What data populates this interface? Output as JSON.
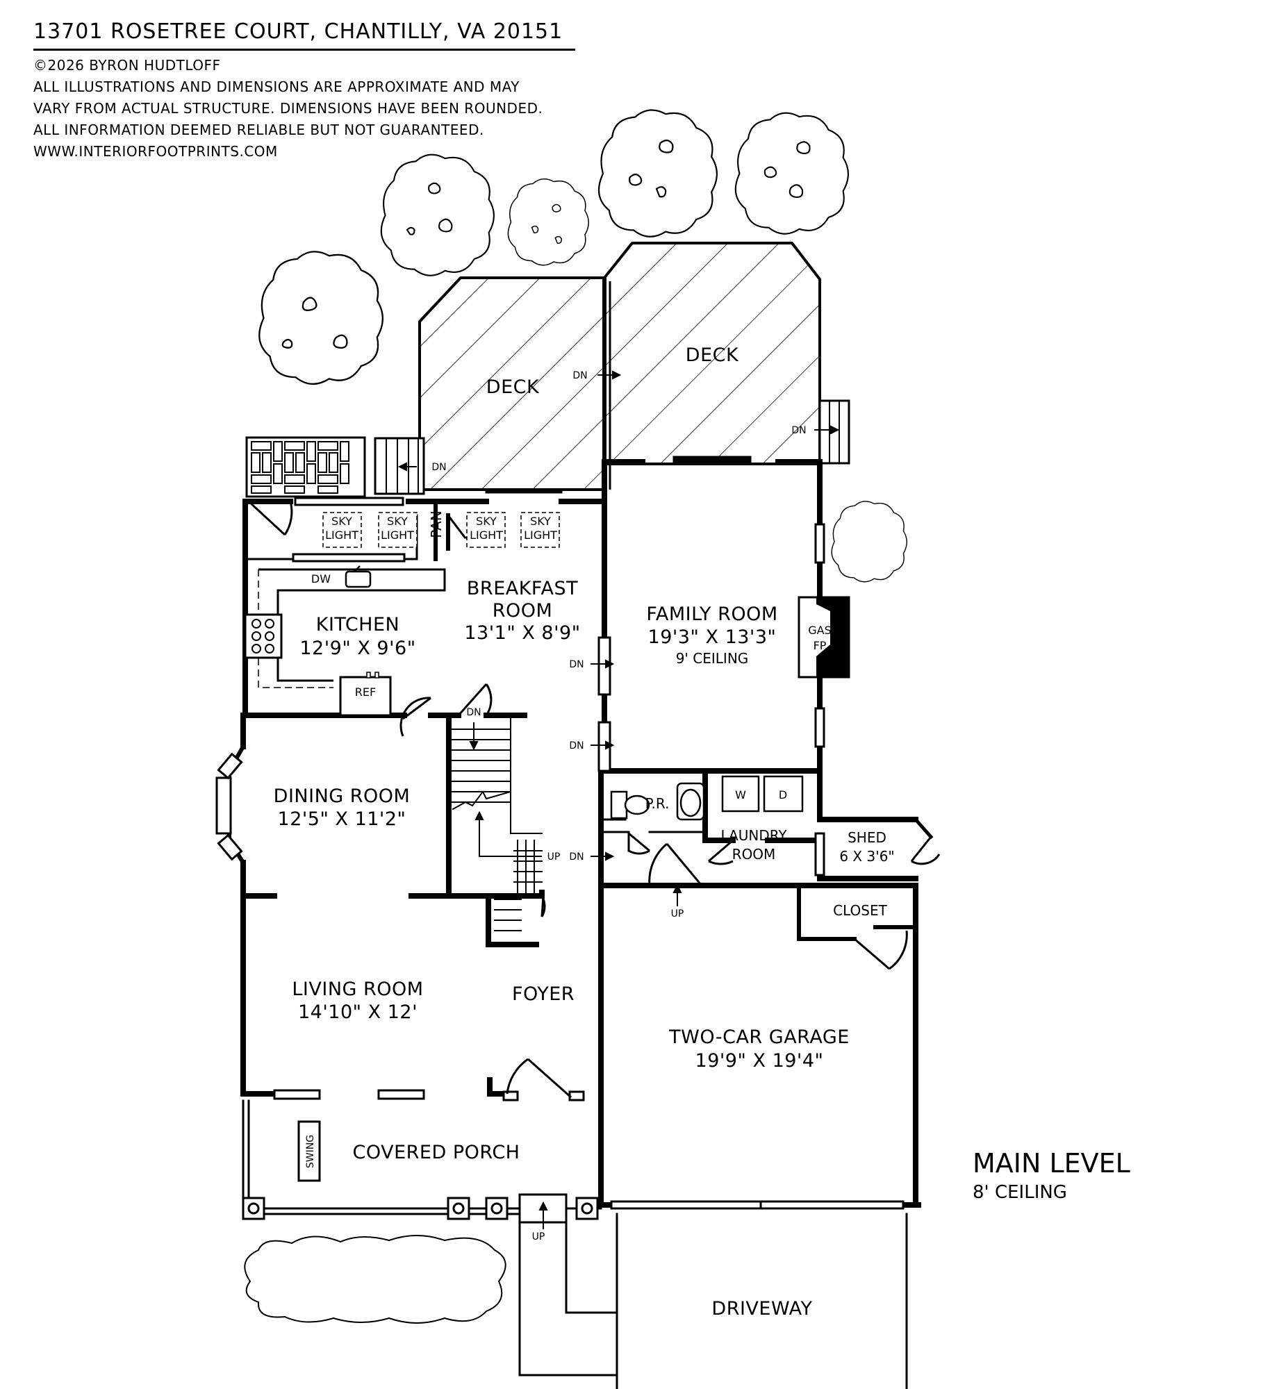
{
  "header": {
    "address": "13701 ROSETREE COURT, CHANTILLY, VA 20151",
    "copyright": "©2026 BYRON HUDTLOFF",
    "disclaimer_1": "ALL ILLUSTRATIONS AND DIMENSIONS ARE APPROXIMATE AND MAY",
    "disclaimer_2": "VARY FROM ACTUAL STRUCTURE. DIMENSIONS HAVE BEEN ROUNDED.",
    "disclaimer_3": "ALL INFORMATION DEEMED RELIABLE BUT NOT GUARANTEED.",
    "website": "WWW.INTERIORFOOTPRINTS.COM"
  },
  "level": {
    "name": "MAIN LEVEL",
    "ceiling": "8' CEILING"
  },
  "rooms": {
    "deck_left": "DECK",
    "deck_right": "DECK",
    "kitchen": {
      "name": "KITCHEN",
      "dims": "12'9\" X 9'6\""
    },
    "breakfast": {
      "name_1": "BREAKFAST",
      "name_2": "ROOM",
      "dims": "13'1\" X 8'9\""
    },
    "family": {
      "name": "FAMILY ROOM",
      "dims": "19'3\" X 13'3\"",
      "ceiling": "9' CEILING"
    },
    "dining": {
      "name": "DINING ROOM",
      "dims": "12'5\" X 11'2\""
    },
    "living": {
      "name": "LIVING ROOM",
      "dims": "14'10\" X 12'"
    },
    "foyer": "FOYER",
    "laundry": {
      "name_1": "LAUNDRY",
      "name_2": "ROOM"
    },
    "shed": {
      "name": "SHED",
      "dims": "6 X 3'6\""
    },
    "closet": "CLOSET",
    "garage": {
      "name": "TWO-CAR GARAGE",
      "dims": "19'9\" X 19'4\""
    },
    "porch": "COVERED PORCH",
    "driveway": "DRIVEWAY",
    "powder": "P.R.",
    "pantry": "PAN"
  },
  "fixtures": {
    "sky": "SKY",
    "light": "LIGHT",
    "dw": "DW",
    "ref": "REF",
    "washer": "W",
    "dryer": "D",
    "gas": "GAS",
    "fp": "FP",
    "swing": "SWING"
  },
  "arrows": {
    "dn": "DN",
    "up": "UP"
  }
}
